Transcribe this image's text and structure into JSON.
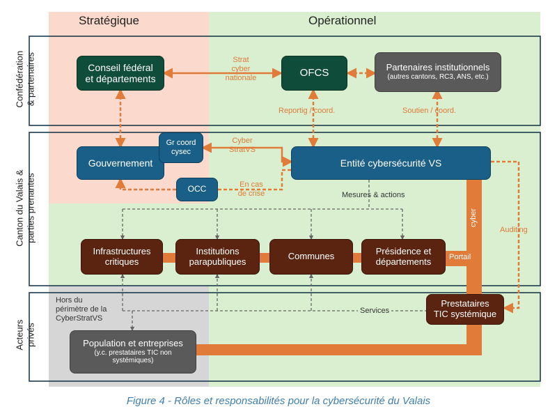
{
  "columns": {
    "strategic": "Stratégique",
    "operational": "Opérationnel"
  },
  "bands": {
    "confederation": [
      "Confédération",
      "& partenaires"
    ],
    "canton": [
      "Canton du Valais &",
      "parties prenantes"
    ],
    "private": [
      "Acteurs",
      "privés"
    ]
  },
  "nodes": {
    "conseil": [
      "Conseil fédéral",
      "et départements"
    ],
    "ofcs": "OFCS",
    "partenaires": {
      "title": "Partenaires institutionnels",
      "sub": "(autres cantons, RC3, ANS, etc.)"
    },
    "gouvernement": "Gouvernement",
    "grcoord": [
      "Gr coord",
      "cysec"
    ],
    "occ": "OCC",
    "entite": "Entité cybersécurité VS",
    "infra": [
      "Infrastructures",
      "critiques"
    ],
    "institutions": [
      "Institutions",
      "parapubliques"
    ],
    "communes": "Communes",
    "presidence": [
      "Présidence et",
      "départements"
    ],
    "prestataires": [
      "Prestataires",
      "TIC systémique"
    ],
    "population": {
      "title": "Population et entreprises",
      "sub": [
        "(y.c. prestataires TIC non",
        "systémiques)"
      ]
    }
  },
  "labels": {
    "strat": [
      "Strat",
      "cyber",
      "nationale"
    ],
    "reporting": "Reportig / coord.",
    "soutien": "Soutien / coord.",
    "cyberstrat": [
      "Cyber",
      "StratVS"
    ],
    "encas": [
      "En cas",
      "de crise"
    ],
    "mesures": "Mesures & actions",
    "cyber": "cyber",
    "portail": "Portail",
    "auditing": "Auditing",
    "services": "Services",
    "hors": [
      "Hors du",
      "périmètre de la",
      "CyberStratVS"
    ]
  },
  "caption": "Figure 4 - Rôles et responsabilités pour la cybersécurité du Valais",
  "colors": {
    "orange": "#e07b39",
    "pink": "#fbd9cc",
    "lightgreen": "#d9efcf",
    "grey": "#d6d6d6",
    "border": "#1c3a4c"
  }
}
